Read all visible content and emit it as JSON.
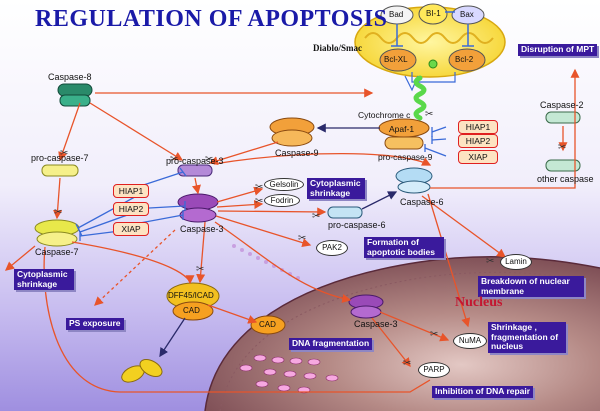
{
  "title": "REGULATION OF APOPTOSIS",
  "mito_labels": {
    "diablo": "Diablo/Smac",
    "bad": "Bad",
    "bi1": "BI-1",
    "bax": "Bax",
    "bclxl": "Bcl-XL",
    "bcl2": "Bcl-2"
  },
  "caspases": {
    "casp8": "Caspase-8",
    "casp9": "Caspase-9",
    "cytc": "Cytochrome c",
    "apaf1": "Apaf-1",
    "procasp9": "pro-caspase-9",
    "procasp7": "pro-caspase-7",
    "procasp3": "pro-caspase-3",
    "casp7": "Caspase-7",
    "casp3": "Caspase-3",
    "procasp6": "pro-caspase-6",
    "casp6": "Caspase-6",
    "casp2": "Caspase-2",
    "other": "other caspase",
    "casp3_nuc": "Caspase-3"
  },
  "iaps_upper": [
    "HIAP1",
    "HIAP2",
    "XIAP"
  ],
  "iaps_left": [
    "HIAP1",
    "HIAP2",
    "XIAP"
  ],
  "substrates": {
    "gelsolin": "Gelsolin",
    "fodrin": "Fodrin",
    "pak2": "PAK2",
    "lamin": "Lamin",
    "numa": "NuMA",
    "parp": "PARP",
    "dff": "DFF45/ICAD",
    "cad": "CAD",
    "cad2": "CAD"
  },
  "outcomes": {
    "mpt": "Disruption of MPT",
    "shrink1": "Cytoplasmic shrinkage",
    "apoptotic": "Formation of apoptotic bodies",
    "shrink2": "Cytoplasmic shrinkage",
    "ps": "PS exposure",
    "membrane": "Breakdown of nuclear membrane",
    "dna": "DNA fragmentation",
    "nucshrink": "Shrinkage , fragmentation of nucleus",
    "repair": "Inhibition of DNA repair"
  },
  "nucleus": "Nucleus",
  "colors": {
    "title": "#1a1aa8",
    "box": "#3a1a9c",
    "arrow": "#e8542a",
    "inhibit": "#3a6ad8",
    "nucleus": "#c41630"
  }
}
